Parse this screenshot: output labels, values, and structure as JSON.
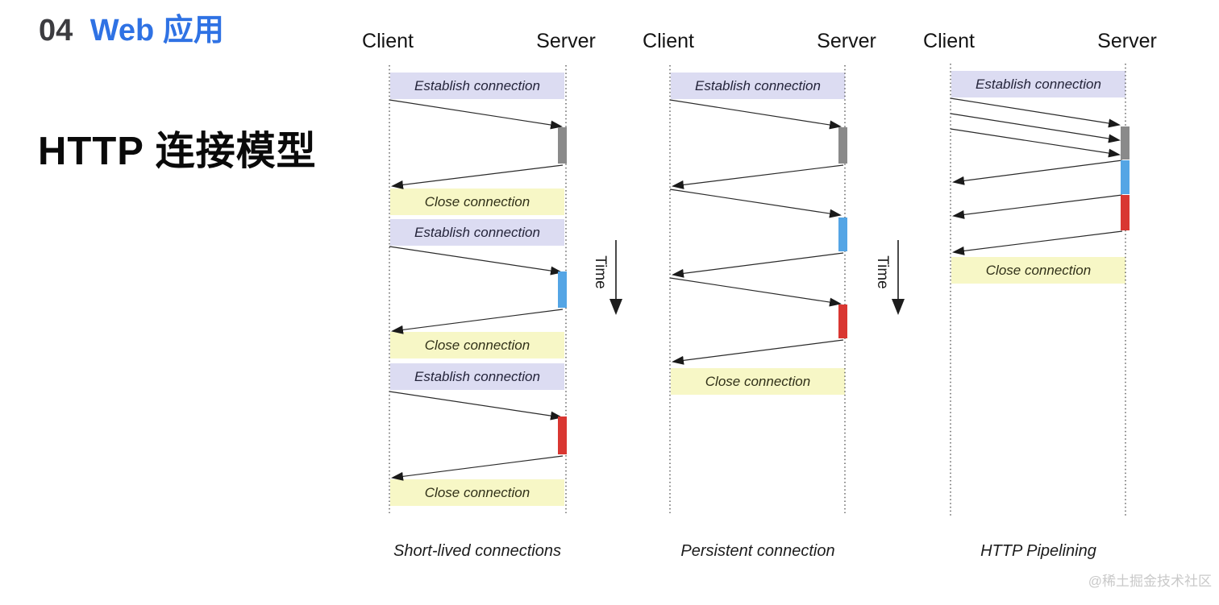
{
  "header": {
    "chapter_number": "04",
    "chapter_title": "Web 应用",
    "slide_title": "HTTP 连接模型"
  },
  "labels": {
    "client": "Client",
    "server": "Server",
    "establish_connection": "Establish connection",
    "close_connection": "Close connection",
    "time_axis": "Time"
  },
  "diagrams": [
    {
      "id": "short-lived",
      "caption": "Short-lived connections"
    },
    {
      "id": "persistent",
      "caption": "Persistent connection"
    },
    {
      "id": "pipelining",
      "caption": "HTTP Pipelining"
    }
  ],
  "colors": {
    "accent_blue": "#2f72e4",
    "establish_box_bg": "#dcdcf2",
    "close_box_bg": "#f7f7c6",
    "processing_bar_gray": "#8a8a8a",
    "processing_bar_blue": "#54a5e5",
    "processing_bar_red": "#d93732",
    "watermark_gray": "#c9c9c9"
  },
  "watermark": "@稀土掘金技术社区"
}
